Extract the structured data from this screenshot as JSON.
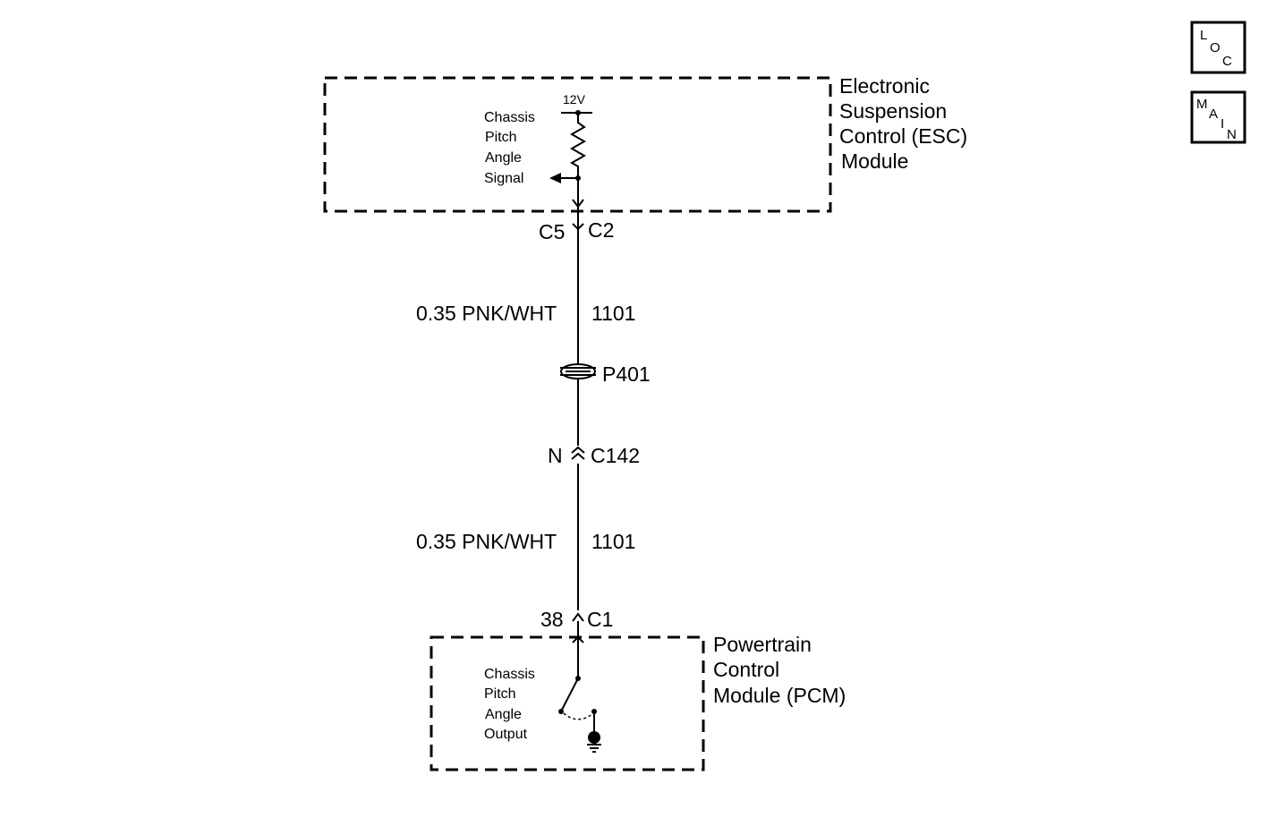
{
  "esc_module": {
    "name_lines": [
      "Electronic",
      "Suspension",
      "Control (ESC)",
      "Module"
    ],
    "voltage": "12V",
    "signal_lines": [
      "Chassis",
      "Pitch",
      "Angle",
      "Signal"
    ],
    "connector_pin": "C5",
    "connector_id": "C2"
  },
  "wire_upper": {
    "gauge_color": "0.35 PNK/WHT",
    "circuit": "1101"
  },
  "splice_pack": "P401",
  "inline_connector": {
    "pin": "N",
    "id": "C142"
  },
  "wire_lower": {
    "gauge_color": "0.35 PNK/WHT",
    "circuit": "1101"
  },
  "pcm_module": {
    "name_lines": [
      "Powertrain",
      "Control",
      "Module (PCM)"
    ],
    "output_lines": [
      "Chassis",
      "Pitch",
      "Angle",
      "Output"
    ],
    "connector_pin": "38",
    "connector_id": "C1"
  },
  "nav": {
    "loc": [
      "L",
      "O",
      "C"
    ],
    "main": [
      "M",
      "A",
      "I",
      "N"
    ]
  }
}
